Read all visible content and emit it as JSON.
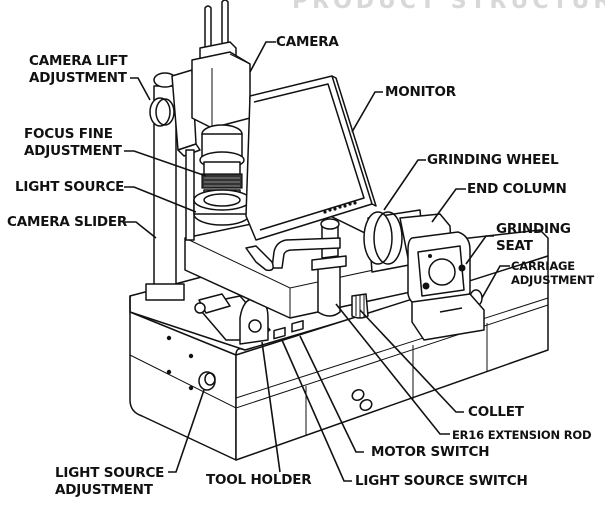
{
  "diagram": {
    "title": "PRODUCT STRUCTURE",
    "subject": "Tool grinding machine",
    "labels": {
      "camera": "CAMERA",
      "camera_lift_adjustment_1": "CAMERA LIFT",
      "camera_lift_adjustment_2": "ADJUSTMENT",
      "monitor": "MONITOR",
      "focus_fine_adjustment_1": "FOCUS FINE",
      "focus_fine_adjustment_2": "ADJUSTMENT",
      "light_source": "LIGHT SOURCE",
      "camera_slider": "CAMERA SLIDER",
      "grinding_wheel": "GRINDING WHEEL",
      "end_column": "END COLUMN",
      "grinding_seat_1": "GRINDING",
      "grinding_seat_2": "SEAT",
      "carriage_adjustment_1": "CARRIAGE",
      "carriage_adjustment_2": "ADJUSTMENT",
      "collet": "COLLET",
      "er16_extension_rod": "ER16 EXTENSION ROD",
      "motor_switch": "MOTOR SWITCH",
      "light_source_switch": "LIGHT SOURCE SWITCH",
      "tool_holder": "TOOL HOLDER",
      "light_source_adjustment_1": "LIGHT SOURCE",
      "light_source_adjustment_2": "ADJUSTMENT"
    }
  }
}
